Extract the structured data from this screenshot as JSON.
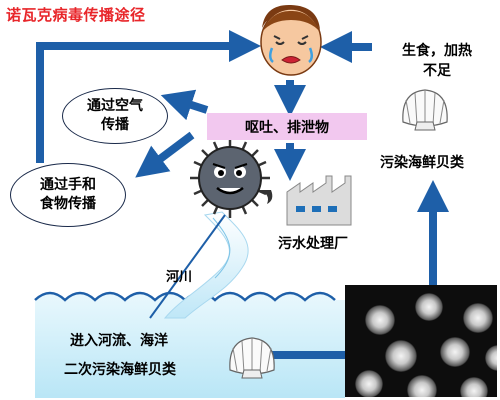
{
  "title": "诺瓦克病毒传播途径",
  "nodes": {
    "air": [
      "通过空气",
      "传播"
    ],
    "hand": [
      "通过手和",
      "食物传播"
    ],
    "vomit": "呕吐、排泄物",
    "raw": [
      "生食，加热",
      "不足"
    ],
    "contaminated_shellfish": "污染海鲜贝类",
    "treatment_plant": "污水处理厂",
    "river": "河川",
    "sea": [
      "进入河流、海洋",
      "二次污染海鲜贝类"
    ]
  },
  "colors": {
    "arrow": "#1e5fa8",
    "title": "#e8262a",
    "label_box": "#f2c8ef",
    "water": "#cdeefa"
  },
  "icons": [
    "patient-face-icon",
    "norovirus-icon",
    "factory-icon",
    "shellfish-icon",
    "virus-micrograph"
  ]
}
